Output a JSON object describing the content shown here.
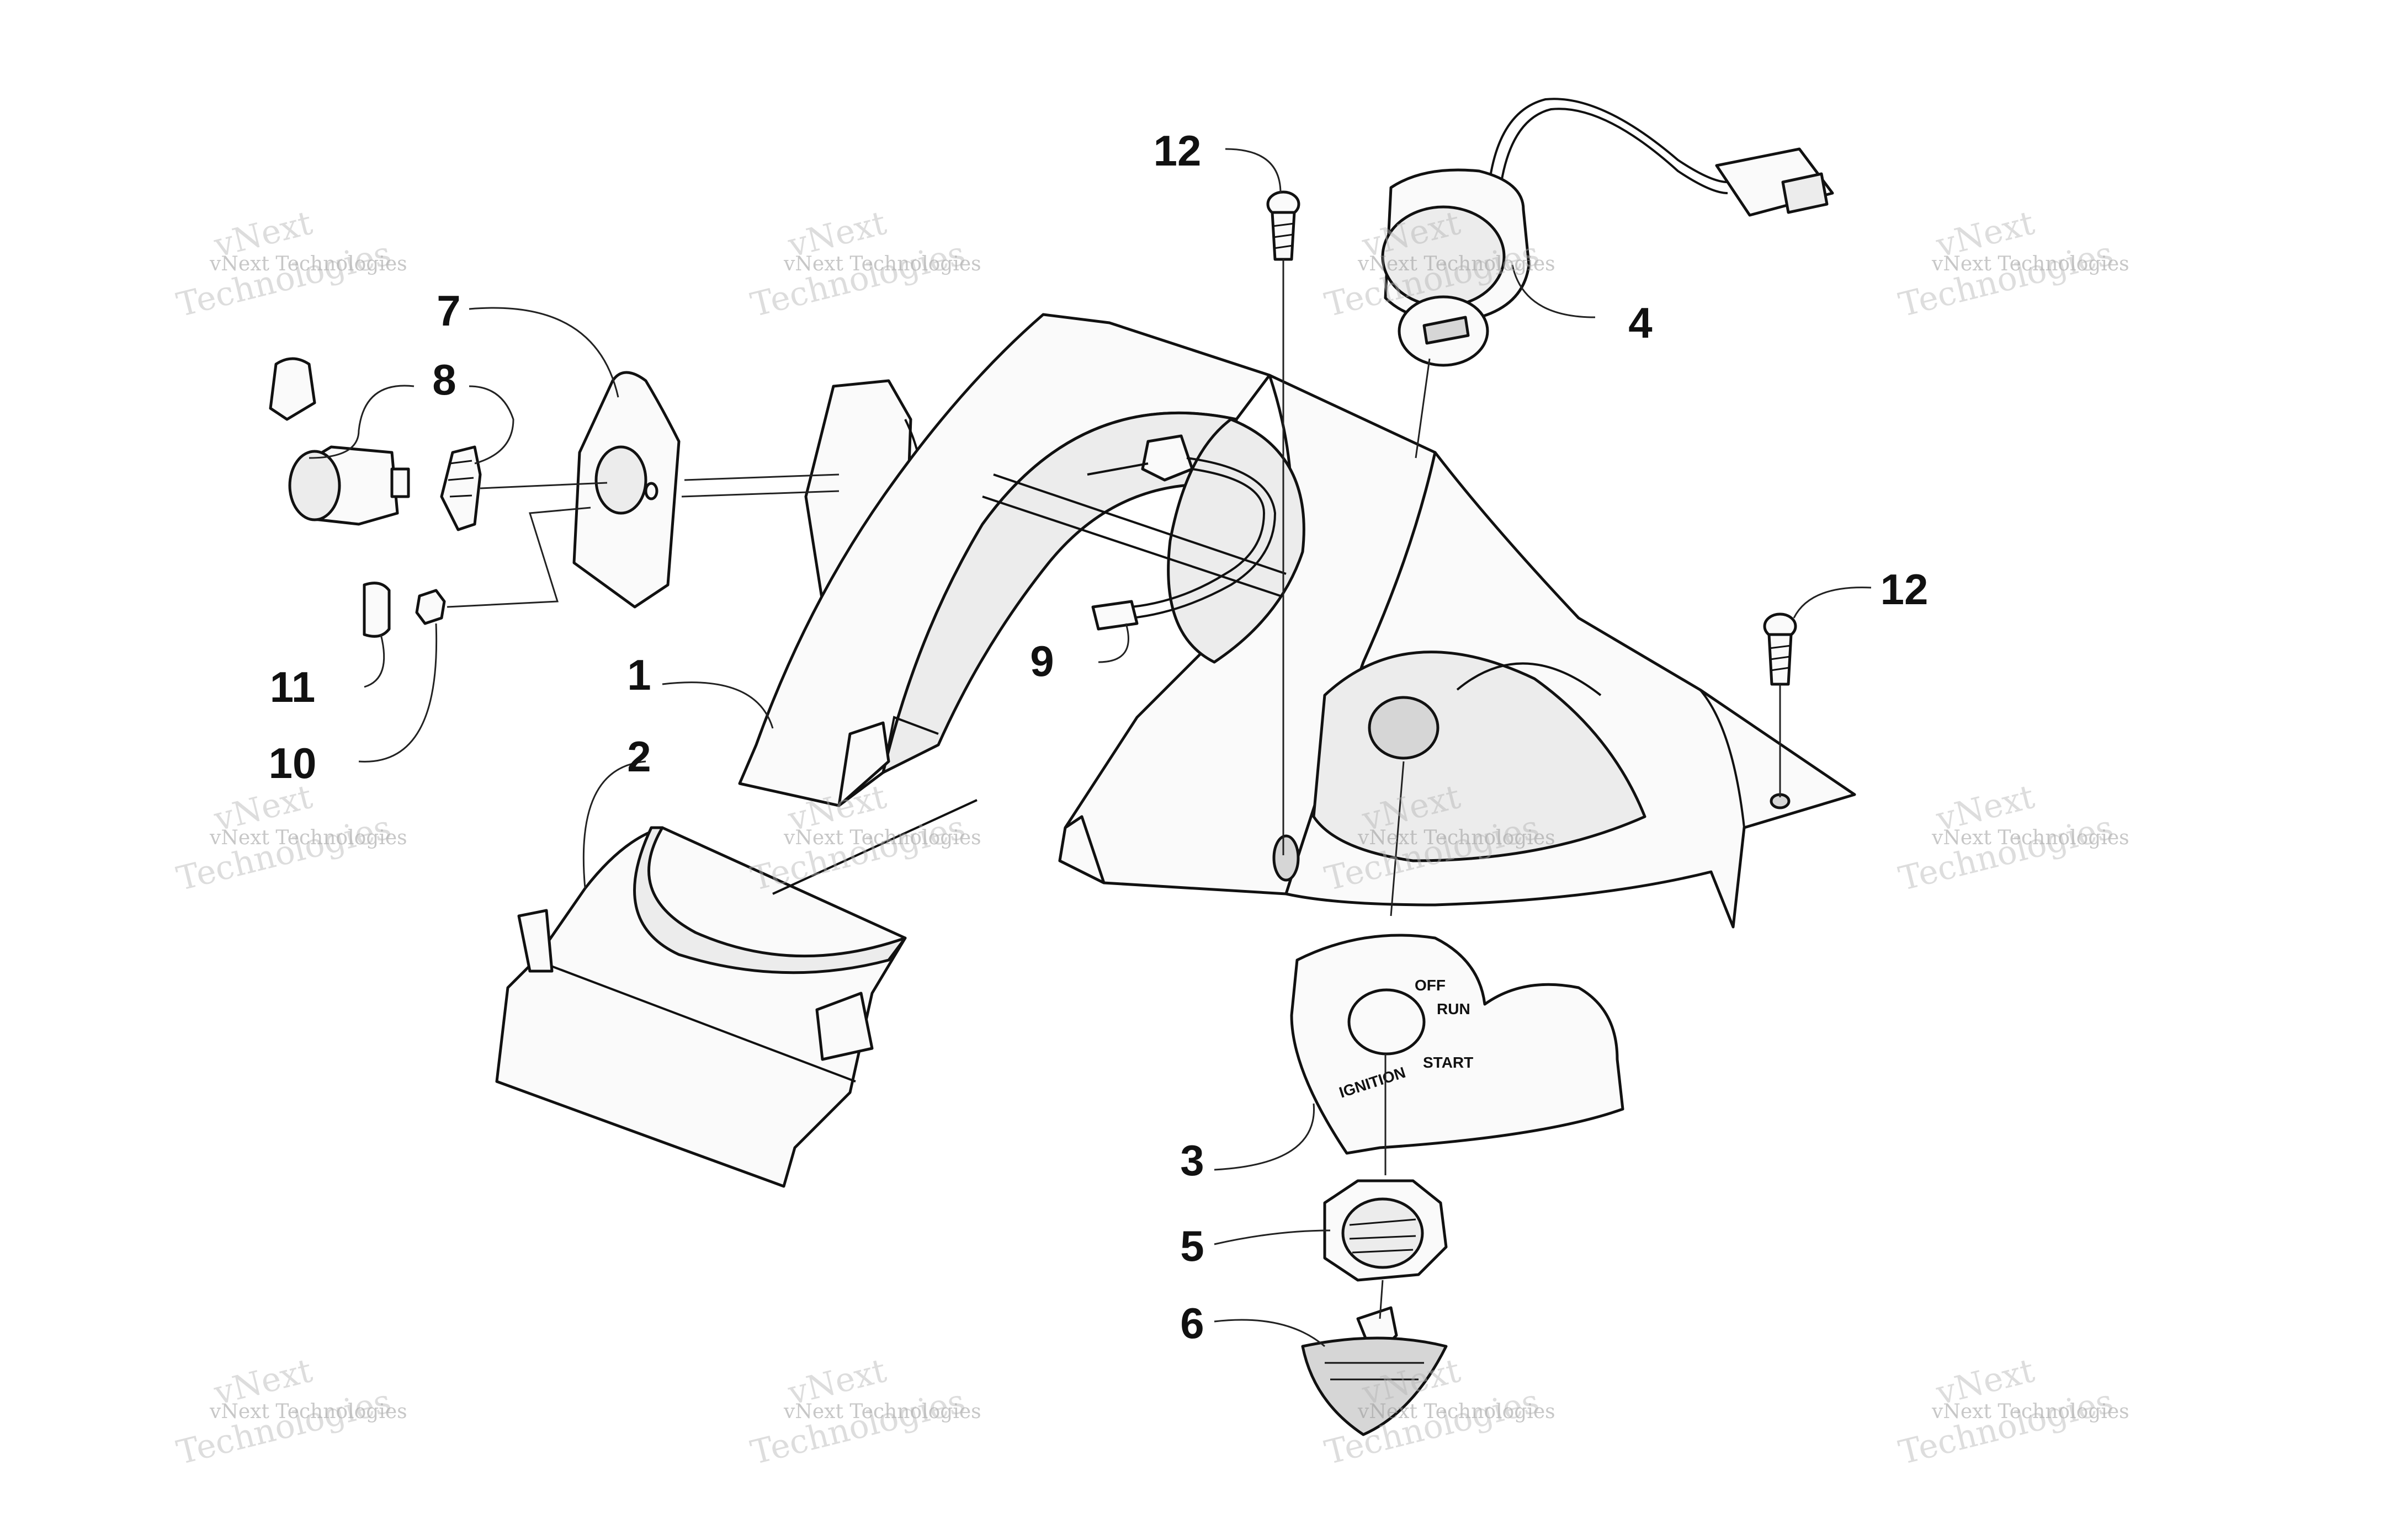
{
  "diagram": {
    "callouts": [
      {
        "id": "1",
        "label": "1"
      },
      {
        "id": "2",
        "label": "2"
      },
      {
        "id": "3",
        "label": "3"
      },
      {
        "id": "4",
        "label": "4"
      },
      {
        "id": "5",
        "label": "5"
      },
      {
        "id": "6",
        "label": "6"
      },
      {
        "id": "7",
        "label": "7"
      },
      {
        "id": "8",
        "label": "8"
      },
      {
        "id": "9",
        "label": "9"
      },
      {
        "id": "10",
        "label": "10"
      },
      {
        "id": "11",
        "label": "11"
      },
      {
        "id": "12a",
        "label": "12"
      },
      {
        "id": "12b",
        "label": "12"
      }
    ],
    "ignition_decal": {
      "off": "OFF",
      "run": "RUN",
      "start": "START",
      "ignition": "IGNITION"
    },
    "watermark": {
      "line1": "vNext Technologies",
      "line2_top": "vNext",
      "line2_bottom": "Technologies"
    }
  }
}
